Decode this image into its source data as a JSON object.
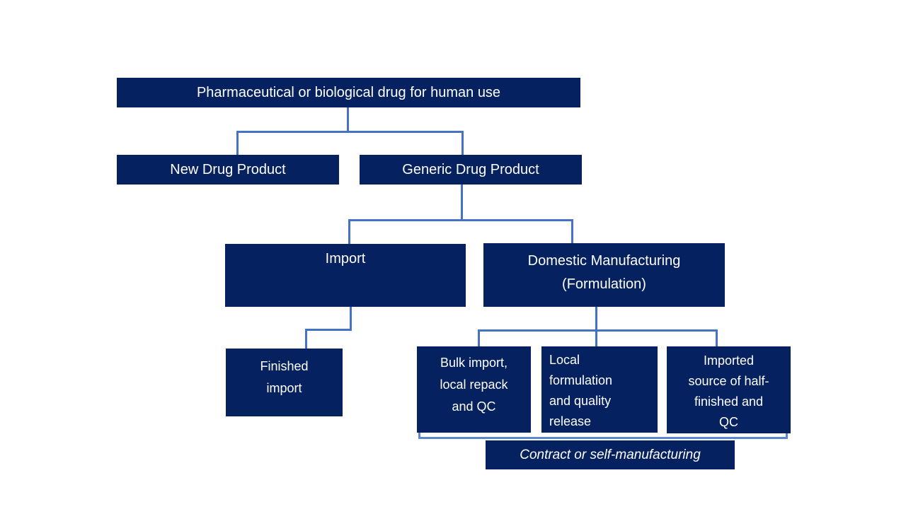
{
  "diagram": {
    "type": "flowchart",
    "title_hint": "Pharmaceutical drug product classification flowchart",
    "colors": {
      "box_fill": "#052160",
      "box_text": "#FFFFFF",
      "connector": "#4472C4",
      "bracket": "#5B87CC",
      "background": "#FFFFFF"
    },
    "nodes": {
      "root": {
        "label": "Pharmaceutical or biological drug for human use"
      },
      "new_drug": {
        "label": "New Drug Product"
      },
      "generic_drug": {
        "label": "Generic Drug Product"
      },
      "import": {
        "label": "Import"
      },
      "domestic": {
        "label": "Domestic Manufacturing\n(Formulation)"
      },
      "finished_import": {
        "label": "Finished\nimport"
      },
      "bulk_import": {
        "label": "Bulk import,\nlocal repack\nand QC"
      },
      "local_formulation": {
        "label": "Local\nformulation\nand quality\nrelease"
      },
      "imported_source": {
        "label": "Imported\nsource of half-\nfinished and\nQC"
      },
      "contract": {
        "label": "Contract or self-manufacturing"
      }
    },
    "edges": [
      {
        "from": "root",
        "to": "new_drug"
      },
      {
        "from": "root",
        "to": "generic_drug"
      },
      {
        "from": "generic_drug",
        "to": "import"
      },
      {
        "from": "generic_drug",
        "to": "domestic"
      },
      {
        "from": "import",
        "to": "finished_import"
      },
      {
        "from": "domestic",
        "to": "bulk_import"
      },
      {
        "from": "domestic",
        "to": "local_formulation"
      },
      {
        "from": "domestic",
        "to": "imported_source"
      }
    ],
    "grouping": {
      "members": [
        "bulk_import",
        "local_formulation",
        "imported_source"
      ],
      "label_node": "contract"
    }
  }
}
